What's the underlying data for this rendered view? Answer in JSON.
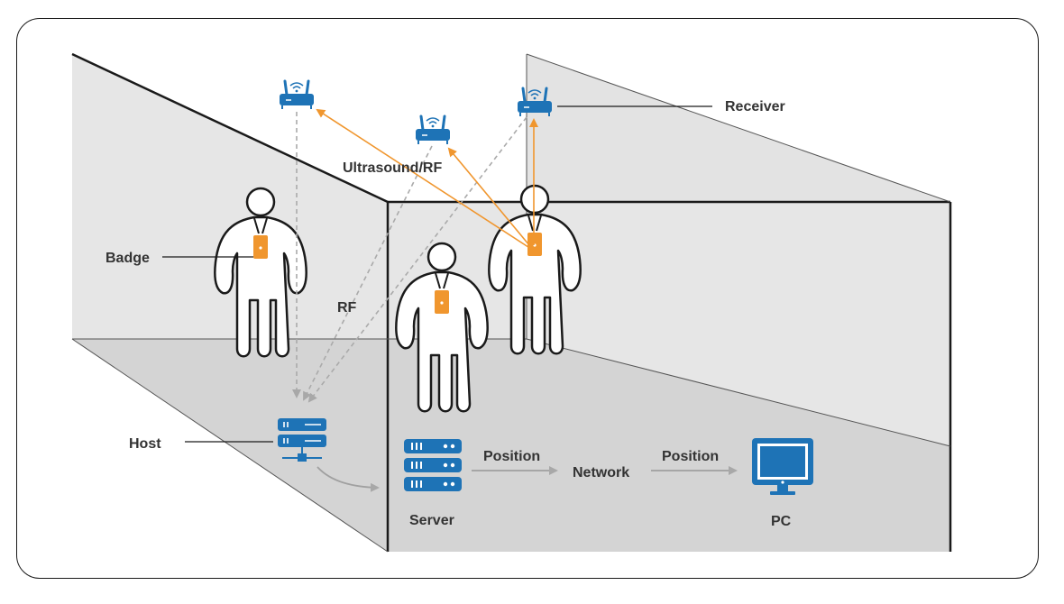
{
  "labels": {
    "receiver": "Receiver",
    "ultrasound_rf": "Ultrasound/RF",
    "badge": "Badge",
    "rf": "RF",
    "host": "Host",
    "server": "Server",
    "position_1": "Position",
    "network": "Network",
    "position_2": "Position",
    "pc": "PC"
  },
  "colors": {
    "wall": "#e6e6e6",
    "floor": "#d4d4d4",
    "edge": "#1a1a1a",
    "device_blue": "#1e73b6",
    "badge_orange": "#f0962e",
    "signal_orange": "#f0962e",
    "rf_dashed": "#aaaaaa",
    "flow_gray": "#a0a0a0"
  },
  "icons": {
    "receiver": "router-icon",
    "host": "server-rack-icon",
    "server": "server-rack-icon",
    "pc": "monitor-icon",
    "person": "person-icon",
    "badge": "badge-icon"
  }
}
